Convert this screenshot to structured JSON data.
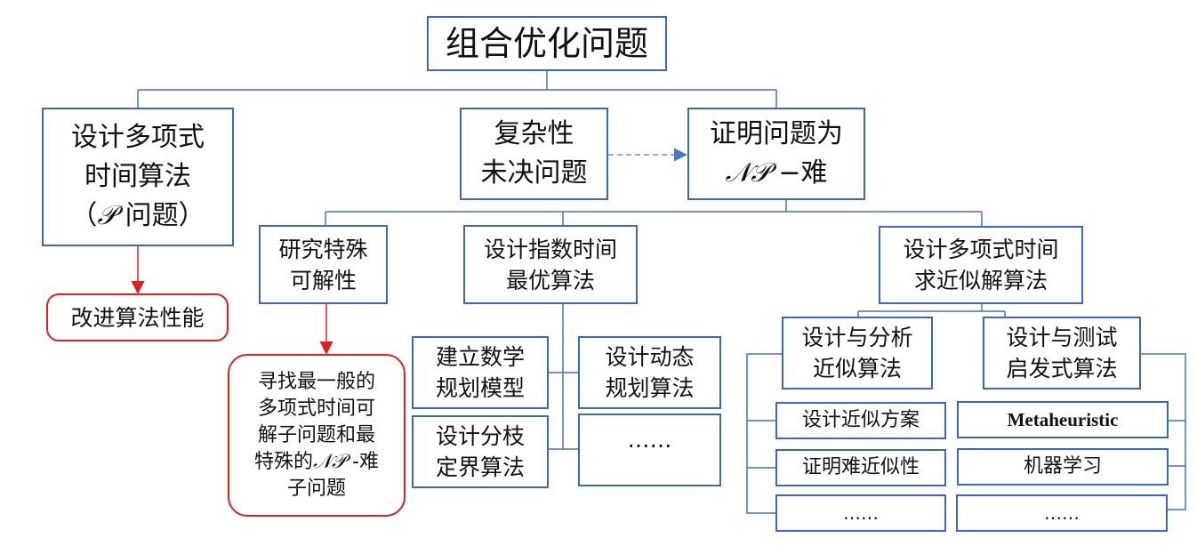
{
  "root": {
    "label": "组合优化问题"
  },
  "level1": {
    "p_problem": {
      "lines": [
        "设计多项式",
        "时间算法"
      ],
      "math": "𝒫",
      "suffix": "问题",
      "open": "（",
      "close": "）"
    },
    "open_problem": {
      "lines": [
        "复杂性",
        "未决问题"
      ]
    },
    "np_hard": {
      "line1": "证明问题为",
      "math": "𝒩𝒫",
      "suffix": " −难"
    }
  },
  "p_branch": {
    "improve": "改进算法性能"
  },
  "np_branch": {
    "special": {
      "lines": [
        "研究特殊",
        "可解性"
      ]
    },
    "special_result": {
      "lines": [
        "寻找最一般的",
        "多项式时间可",
        "解子问题和最"
      ],
      "line4_prefix": "特殊的",
      "line4_math": "𝒩𝒫",
      "line4_suffix": " -难",
      "line5": "子问题"
    },
    "exact": {
      "lines": [
        "设计指数时间",
        "最优算法"
      ]
    },
    "exact_children": [
      {
        "lines": [
          "建立数学",
          "规划模型"
        ]
      },
      {
        "lines": [
          "设计动态",
          "规划算法"
        ]
      },
      {
        "lines": [
          "设计分枝",
          "定界算法"
        ]
      },
      {
        "lines": [
          "……"
        ]
      }
    ],
    "approx": {
      "lines": [
        "设计多项式时间",
        "求近似解算法"
      ]
    },
    "approx_alg": {
      "lines": [
        "设计与分析",
        "近似算法"
      ]
    },
    "heuristic": {
      "lines": [
        "设计与测试",
        "启发式算法"
      ]
    },
    "approx_items": [
      "设计近似方案",
      "证明难近似性",
      "……"
    ],
    "heuristic_items": [
      "Metaheuristic",
      "机器学习",
      "……"
    ]
  },
  "colors": {
    "box_border": "#3a66c8",
    "red_border": "#e02020",
    "connector": "#4472c4",
    "dashed_arrow": "#6b8fd6"
  }
}
